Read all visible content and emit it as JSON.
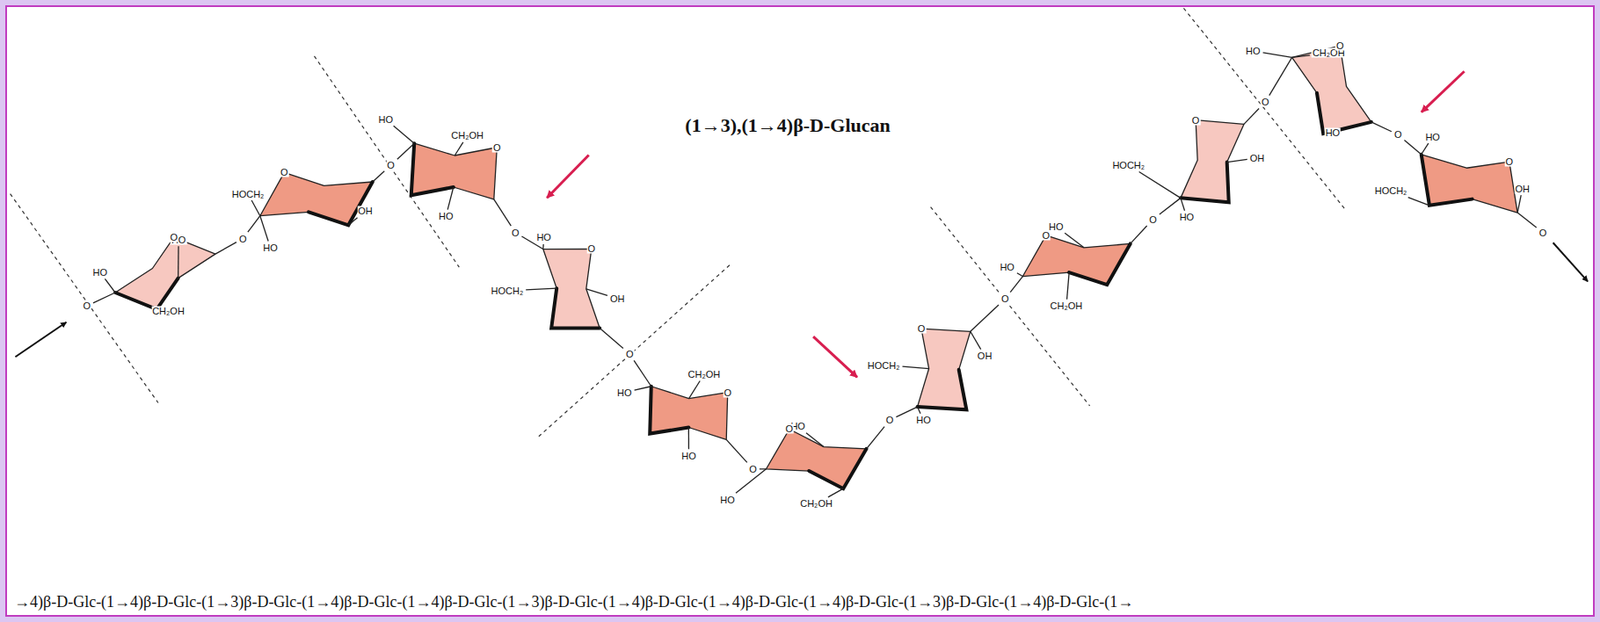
{
  "diagram": {
    "title": "(1→3),(1→4)β-D-Glucan",
    "labels": [
      "O",
      "HO",
      "HO",
      "CH₂OH",
      "O",
      "O",
      "HOCH₂",
      "HO",
      "OH",
      "O",
      "O",
      "HO",
      "CH₂OH",
      "HO",
      "O",
      "O",
      "HO",
      "HOCH₂",
      "OH",
      "O",
      "O",
      "CH₂OH",
      "HO",
      "HO",
      "O",
      "O",
      "HO",
      "HO",
      "CH₂OH",
      "O",
      "O",
      "HOCH₂",
      "OH",
      "HO",
      "O",
      "O",
      "HO",
      "HO",
      "CH₂OH",
      "O",
      "O",
      "HOCH₂",
      "OH",
      "HO",
      "O",
      "O",
      "HO",
      "CH₂OH",
      "HO",
      "O",
      "O",
      "HO",
      "HOCH₂",
      "OH",
      "O",
      "O",
      "→4)β-D-Glc-(1→4)β-D-Glc-(1→3)β-D-Glc-(1→4)β-D-Glc-(1→4)β-D-Glc-(1→3)β-D-Glc-(1→4)β-D-Glc-(1→4)β-D-Glc-(1→4)β-D-Glc-(1→3)β-D-Glc-(1→4)β-D-Glc-(1→"
    ]
  }
}
